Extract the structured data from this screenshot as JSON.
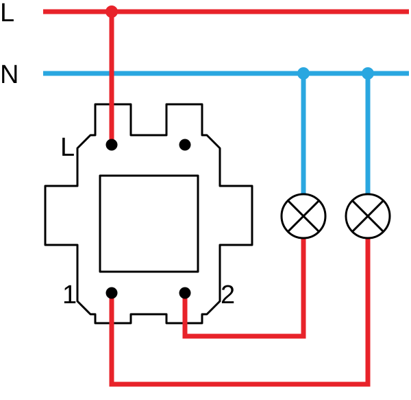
{
  "diagram": {
    "labels": {
      "live_line": "L",
      "neutral_line": "N",
      "switch_common": "L",
      "switch_terminal_1": "1",
      "switch_terminal_2": "2"
    },
    "icons": {
      "lamp_1": "lamp-icon",
      "lamp_2": "lamp-icon",
      "switch": "two-gang-switch-icon"
    },
    "colors": {
      "live_wire": "#e8232a",
      "neutral_wire": "#2aa7e0",
      "outline": "#000000",
      "background": "#ffffff"
    }
  }
}
